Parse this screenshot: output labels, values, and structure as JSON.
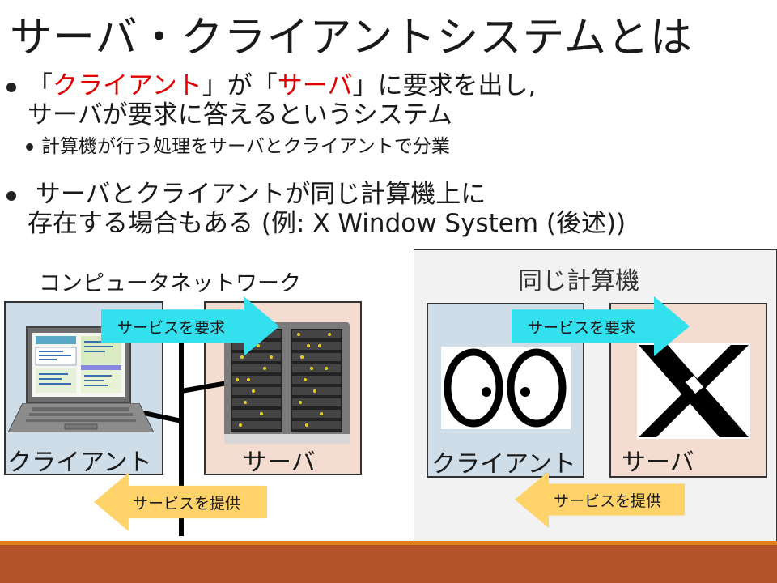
{
  "slide": {
    "title": "サーバ・クライアントシステムとは",
    "bullet1": {
      "open1": "「",
      "client": "クライアント",
      "mid": "」が「",
      "server": "サーバ",
      "rest": "」に要求を出し,",
      "line2": "サーバが要求に答えるというシステム"
    },
    "bullet1_sub": "計算機が行う処理をサーバとクライアントで分業",
    "bullet2": {
      "line1": " サーバとクライアントが同じ計算機上に",
      "line2": "存在する場合もある (例: X Window System (後述))"
    },
    "network_label": "コンピュータネットワーク",
    "same_machine_label": "同じ計算機",
    "left_diagram": {
      "client_label": "クライアント",
      "server_label": "サーバ",
      "request_label": "サービスを要求",
      "provide_label": "サービスを提供"
    },
    "right_diagram": {
      "client_label": "クライアント",
      "server_label": "サーバ",
      "request_label": "サービスを要求",
      "provide_label": "サービスを提供"
    },
    "colors": {
      "highlight": "#e00000",
      "client_bg": "#cfdde8",
      "server_bg": "#f4dcd0",
      "request_arrow": "#33e0ee",
      "provide_arrow": "#ffd36a",
      "footer": "#b3532b",
      "footer_line": "#e08018"
    },
    "icons": {
      "client_left": "laptop-icon",
      "server_left": "server-rack-icon",
      "client_right": "xeyes-icon",
      "server_right": "x-logo-icon"
    }
  }
}
